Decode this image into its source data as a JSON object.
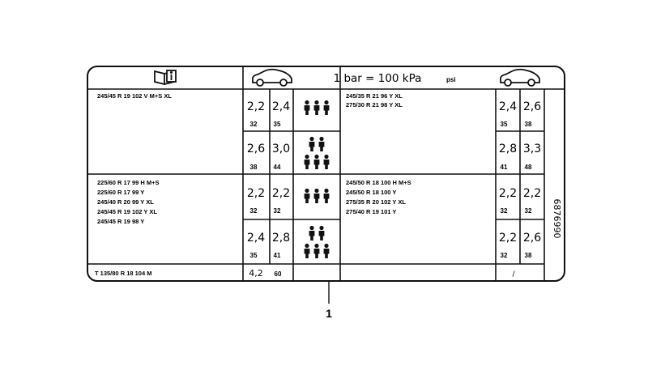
{
  "header": {
    "unit_text": "1 bar = 100 kPa",
    "psi_text": "psi"
  },
  "rows": [
    {
      "front_tires": [
        "245/45 R 19 102 V M+S XL"
      ],
      "rear_tires": [
        "245/35 R 21 96 Y XL",
        "275/30 R 21 98 Y XL"
      ],
      "partial": {
        "front_bar": [
          "2,2",
          "2,4"
        ],
        "front_psi": [
          "32",
          "35"
        ],
        "rear_bar": [
          "2,4",
          "2,6"
        ],
        "rear_psi": [
          "35",
          "38"
        ]
      },
      "full": {
        "front_bar": [
          "2,6",
          "3,0"
        ],
        "front_psi": [
          "38",
          "44"
        ],
        "rear_bar": [
          "2,8",
          "3,3"
        ],
        "rear_psi": [
          "41",
          "48"
        ]
      }
    },
    {
      "front_tires": [
        "225/60 R 17 99 H M+S",
        "225/60 R 17 99 Y",
        "245/40 R 20 99 Y XL",
        "245/45 R 19 102 Y XL",
        "245/45 R 19 98 Y"
      ],
      "rear_tires": [
        "245/50 R 18 100 H M+S",
        "245/50 R 18 100 Y",
        "275/35 R 20 102 Y XL",
        "275/40 R 19 101 Y"
      ],
      "partial": {
        "front_bar": [
          "2,2",
          "2,2"
        ],
        "front_psi": [
          "32",
          "32"
        ],
        "rear_bar": [
          "2,2",
          "2,2"
        ],
        "rear_psi": [
          "32",
          "32"
        ]
      },
      "full": {
        "front_bar": [
          "2,4",
          "2,8"
        ],
        "front_psi": [
          "35",
          "41"
        ],
        "rear_bar": [
          "2,2",
          "2,6"
        ],
        "rear_psi": [
          "32",
          "38"
        ]
      }
    }
  ],
  "spare": {
    "tire": "T 135/80 R 18 104 M",
    "bar": "4,2",
    "psi": "60",
    "rear_mark": "/"
  },
  "part_number": "6876990",
  "callout": "1"
}
